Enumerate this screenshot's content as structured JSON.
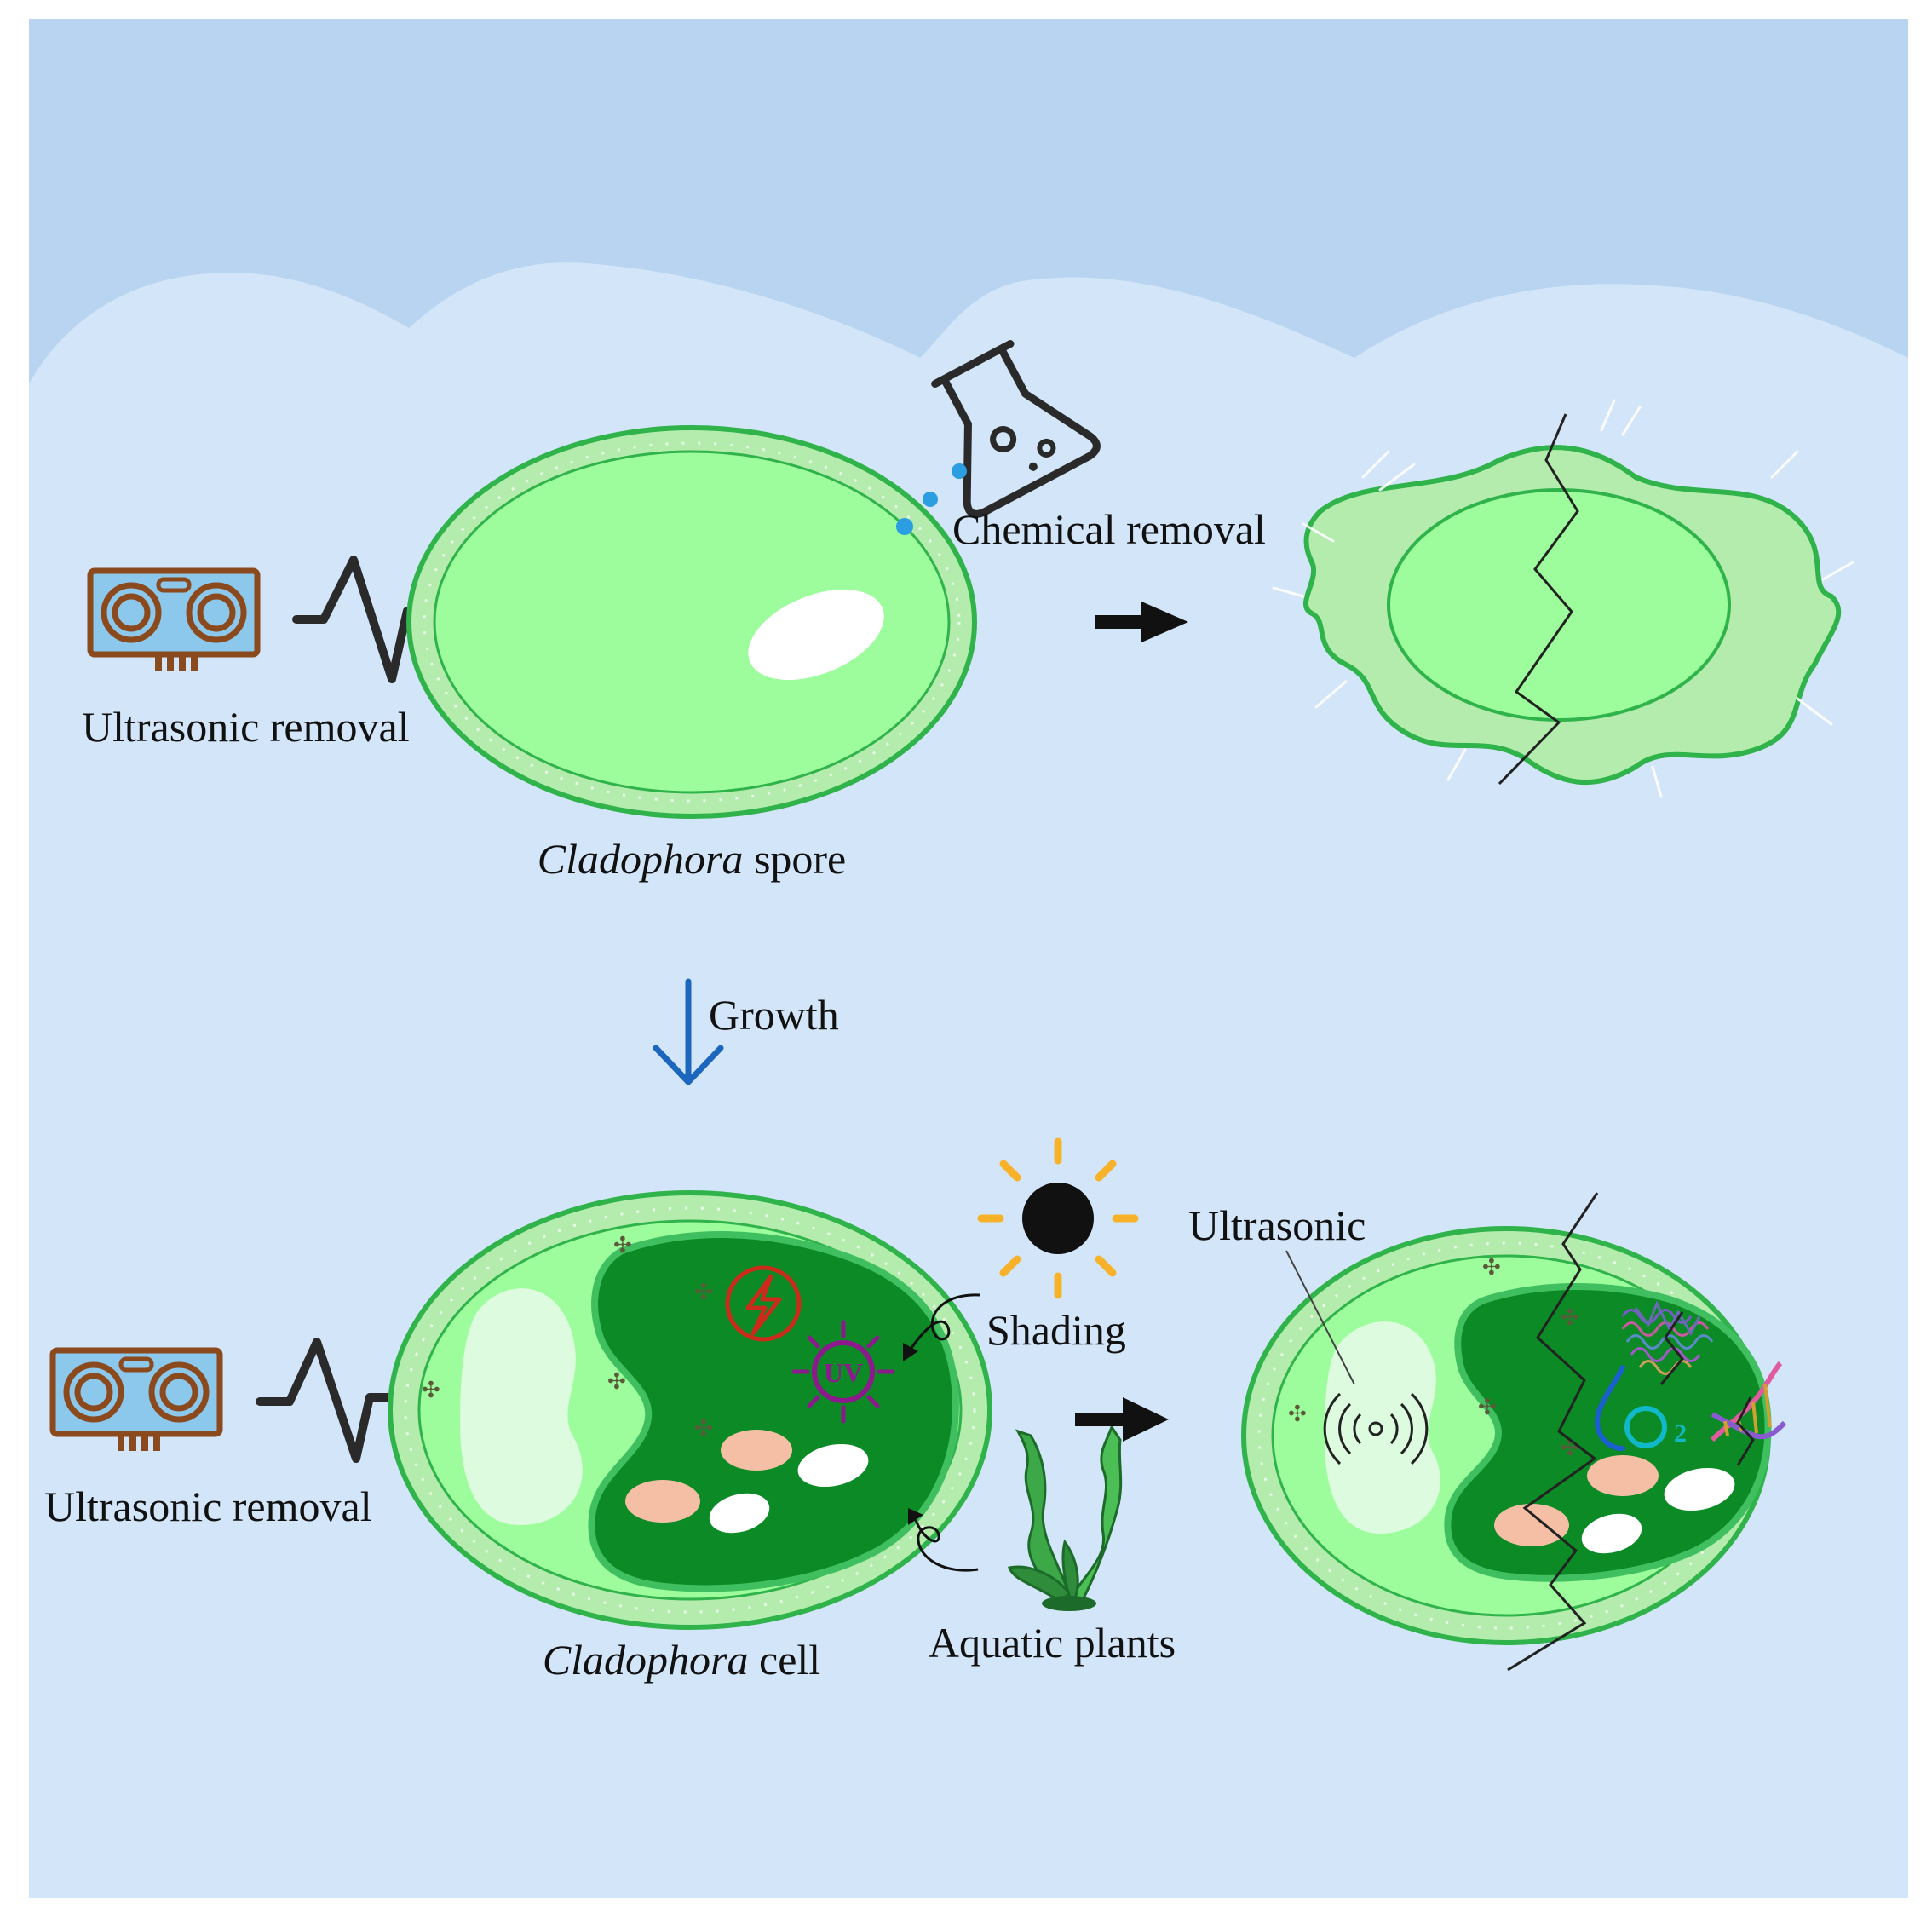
{
  "labels": {
    "ultrasonic_top": "Ultrasonic removal",
    "chemical": "Chemical removal",
    "spore_italic": "Cladophora",
    "spore_rest": " spore",
    "growth": "Growth",
    "shading": "Shading",
    "ultrasonic_bottom": "Ultrasonic removal",
    "ultrasonic_inner": "Ultrasonic",
    "aquatic": "Aquatic plants",
    "cell_italic": "Cladophora",
    "cell_rest": " cell",
    "uv": "UV",
    "o2": "O",
    "o2_sub": "2"
  },
  "icons": {
    "ultrasonic_device": "ultrasonic-device-icon",
    "waveform": "waveform-icon",
    "flask": "flask-icon",
    "sun": "sun-icon",
    "lightning": "lightning-icon",
    "uv": "uv-virus-icon",
    "seaweed": "seaweed-icon",
    "signal": "wireless-signal-icon",
    "oxygen": "oxygen-drop-icon",
    "dna": "dna-icon",
    "protein": "protein-icon"
  },
  "colors": {
    "background_top": "#b8d4f0",
    "background_main": "#d3e5f8",
    "cell_wall": "#b4ecae",
    "cell_outline": "#2fb34a",
    "cytoplasm": "#9dfc9b",
    "chloroplast": "#0b8a25",
    "vacuole": "#dcfbdf",
    "growth_arrow": "#1c67bd",
    "sun": "#f7b22a",
    "device_brown": "#8b4a1e",
    "device_blue": "#8cc8ec",
    "uv_purple": "#8c1a8c",
    "lightning_red": "#cc2a1a"
  }
}
